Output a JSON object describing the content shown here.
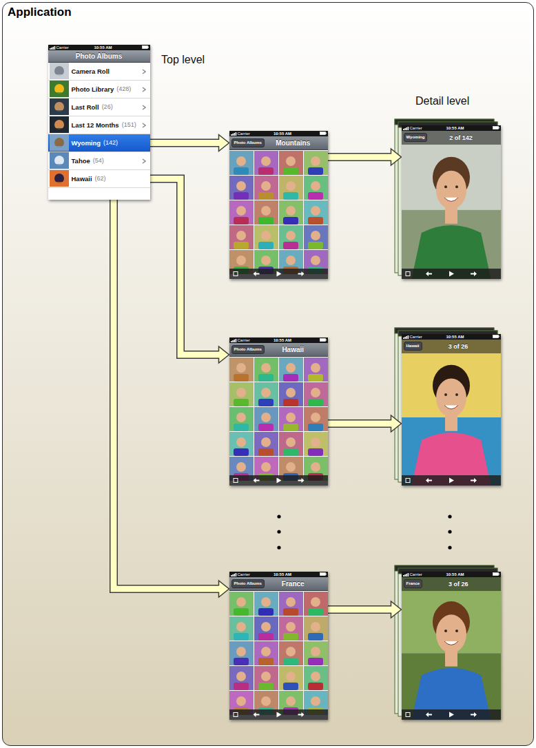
{
  "diagram": {
    "nodes": [
      {
        "text": [
          "Application"
        ]
      },
      {
        "text": [
          "Carrier",
          "10:55 AM",
          "Photo Albums"
        ],
        "in": 0
      },
      {
        "text": [
          "Camera Roll"
        ],
        "in": 1
      },
      {
        "text": [
          "Photo Library",
          "(428)"
        ],
        "in": 1
      },
      {
        "text": [
          "Last Roll",
          "(26)"
        ],
        "in": 1
      },
      {
        "text": [
          "Last 12 Months",
          "(151)"
        ],
        "in": 1
      },
      {
        "text": [
          "Wyoming",
          "(142)"
        ],
        "in": 1
      },
      {
        "text": [
          "Tahoe",
          "(54)"
        ],
        "in": 1
      },
      {
        "text": [
          "Hawaii",
          "(62)"
        ],
        "in": 1
      },
      {
        "text": [
          "Carrier",
          "10:55 AM",
          "Photo Albums",
          "Mountains"
        ],
        "in": 0
      },
      {
        "text": [
          "Carrier",
          "10:55 AM",
          "Wyoming",
          "2 of 142"
        ],
        "in": 0
      },
      {
        "text": [
          "Carrier",
          "10:55 AM",
          "Photo Albums",
          "Hawaii"
        ],
        "in": 0
      },
      {
        "text": [
          "Carrier",
          "10:55 AM",
          "Hawaii",
          "3 of 26"
        ],
        "in": 0
      },
      {
        "text": [
          "Carrier",
          "10:55 AM",
          "Photo Albums",
          "France"
        ],
        "in": 0
      },
      {
        "text": [
          "Carrier",
          "10:55 AM",
          "France",
          "3 of 26"
        ],
        "in": 0
      }
    ],
    "edges": [
      {
        "from": 6,
        "to": 9,
        "arrow": "to"
      },
      {
        "from": 8,
        "to": 11,
        "arrow": "to"
      },
      {
        "from": 1,
        "to": 13,
        "arrow": "to"
      },
      {
        "from": 9,
        "to": 10,
        "arrow": "to"
      },
      {
        "from": 11,
        "to": 12,
        "arrow": "to"
      },
      {
        "from": 13,
        "to": 14,
        "arrow": "to"
      }
    ],
    "labels": [
      "Top level",
      "Detail level"
    ]
  }
}
